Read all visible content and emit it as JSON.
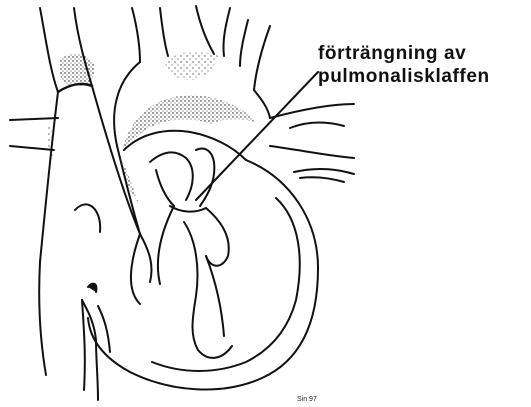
{
  "annotation": {
    "line1": "förträngning av",
    "line2": "pulmonalisklaffen"
  },
  "signature": "Sin 97",
  "colors": {
    "ink": "#111111",
    "background": "#ffffff"
  }
}
